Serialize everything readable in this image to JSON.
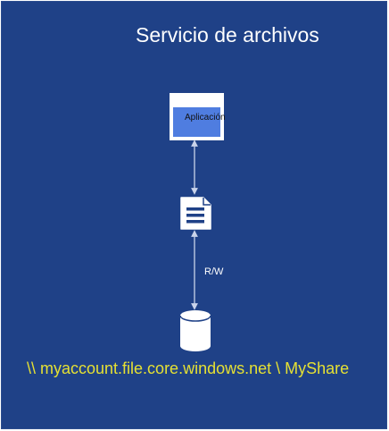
{
  "title": "Servicio de archivos",
  "application": {
    "label": "Aplicación",
    "icon": "application-window-icon"
  },
  "file": {
    "icon": "document-icon"
  },
  "connection": {
    "label": "R/W"
  },
  "storage": {
    "icon": "database-cylinder-icon",
    "path": "\\\\ myaccount.file.core.windows.net \\ MyShare"
  },
  "colors": {
    "background": "#1f4187",
    "app_fill": "#4f7de0",
    "path_text": "#e5e033",
    "connector": "#c9d3ea"
  }
}
